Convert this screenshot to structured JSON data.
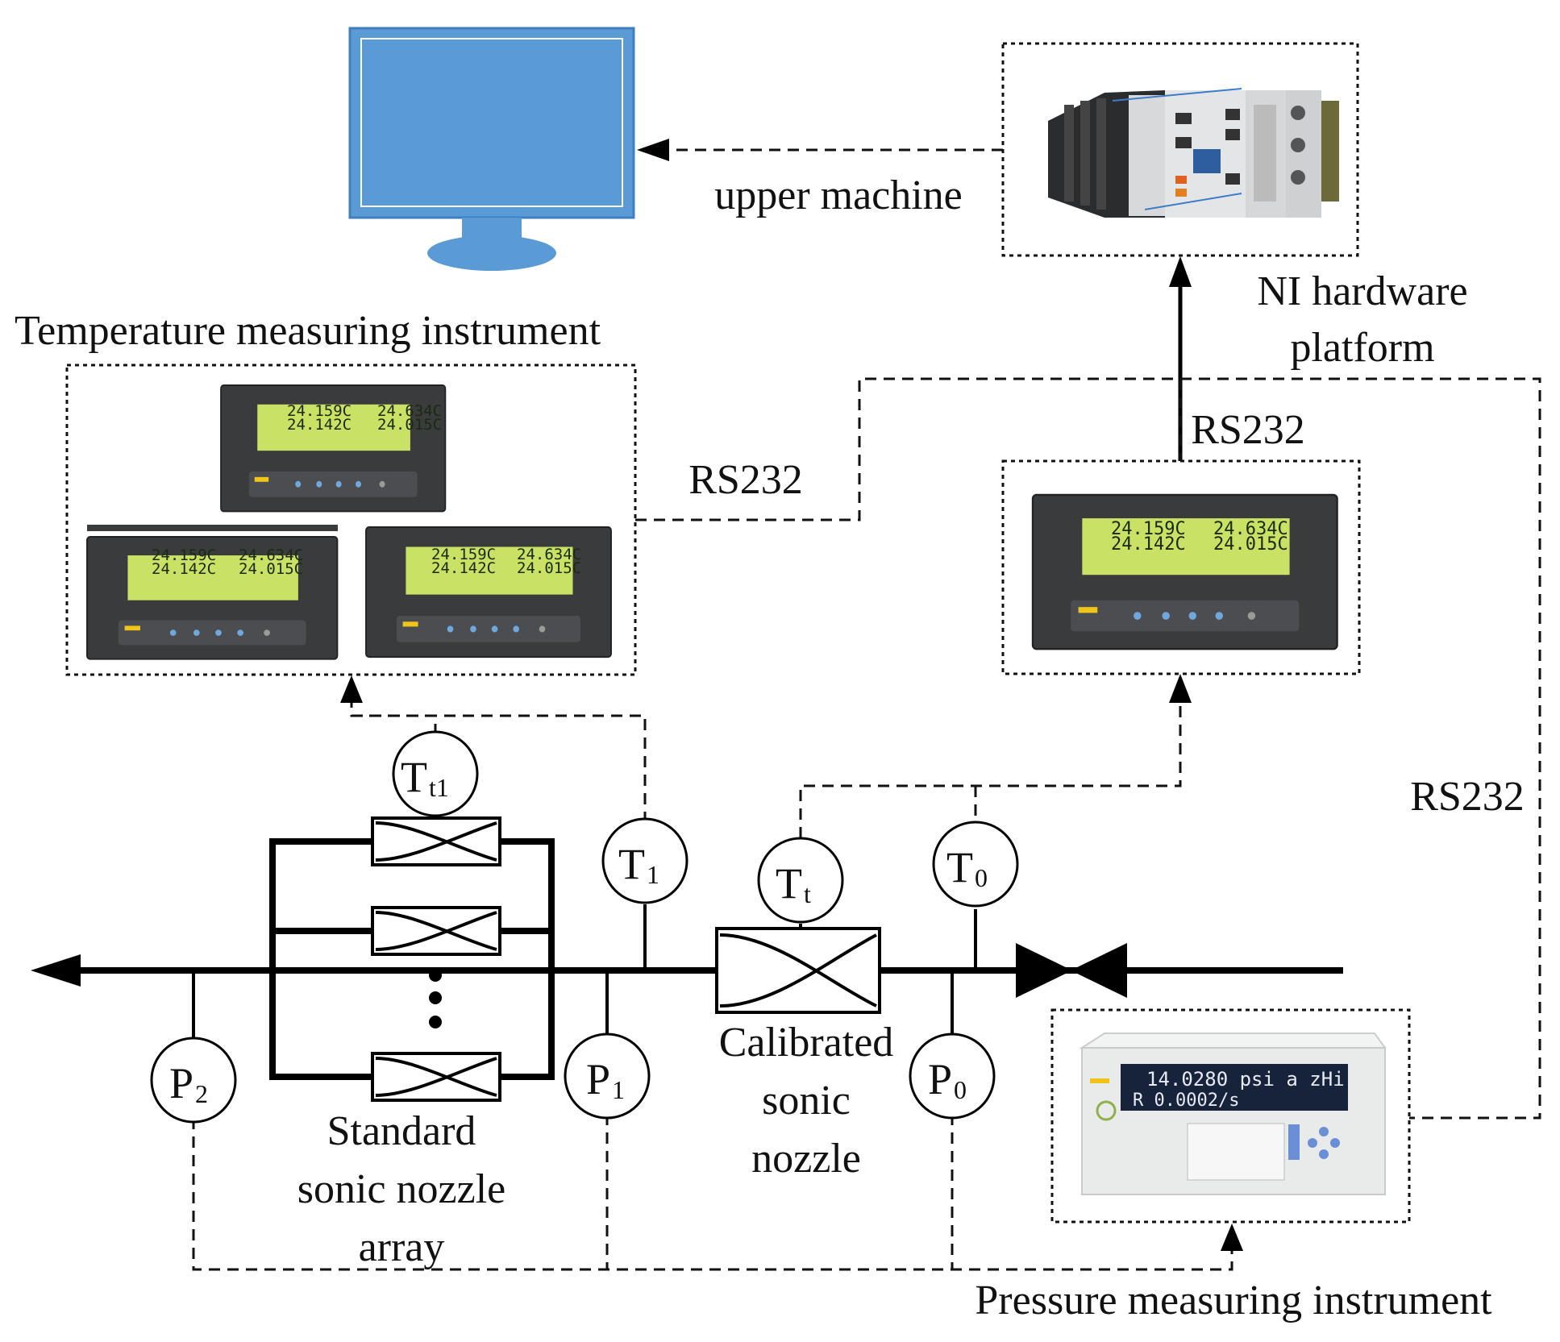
{
  "labels": {
    "upper_machine": "upper machine",
    "ni_platform_line1": "NI hardware",
    "ni_platform_line2": "platform",
    "temperature_instrument": "Temperature measuring instrument",
    "pressure_instrument": "Pressure measuring instrument",
    "rs232_left": "RS232",
    "rs232_center": "RS232",
    "rs232_right": "RS232",
    "standard_array_line1": "Standard",
    "standard_array_line2": "sonic nozzle",
    "standard_array_line3": "array",
    "calibrated_line1": "Calibrated",
    "calibrated_line2": "sonic",
    "calibrated_line3": "nozzle"
  },
  "sensors": {
    "Tt1": {
      "main": "T",
      "sub": "t1"
    },
    "T1": {
      "main": "T",
      "sub": "1"
    },
    "Tt": {
      "main": "T",
      "sub": "t"
    },
    "T0": {
      "main": "T",
      "sub": "0"
    },
    "P2": {
      "main": "P",
      "sub": "2"
    },
    "P1": {
      "main": "P",
      "sub": "1"
    },
    "P0": {
      "main": "P",
      "sub": "0"
    }
  },
  "thermometer_display": {
    "row1_left": "24.159C",
    "row1_right": "24.634C",
    "row2_left": "24.142C",
    "row2_right": "24.015C"
  },
  "pressure_display": {
    "line1": "14.0280 psi a  zHi",
    "line2": "R  0.0002/s"
  },
  "colors": {
    "monitor_screen": "#5b9bd5",
    "thermometer_body": "#3a3b3d",
    "lcd_green": "#c9e165",
    "pressure_body": "#e9eaea",
    "pressure_screen": "#17233a"
  }
}
